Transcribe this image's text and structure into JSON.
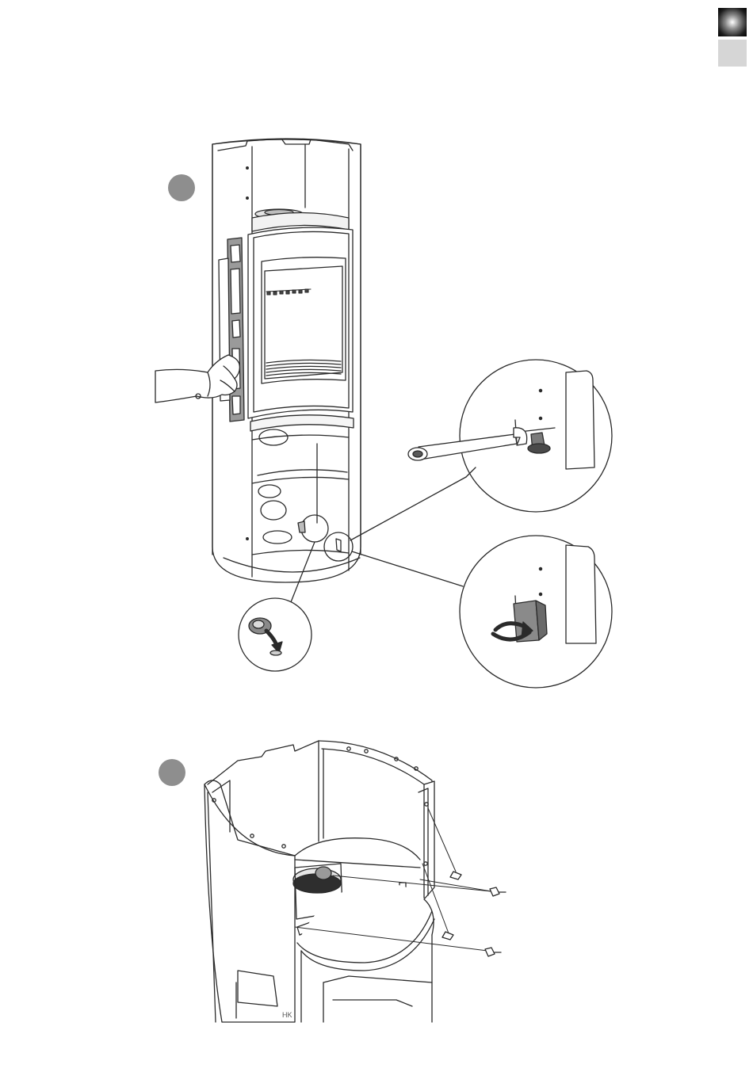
{
  "header": {
    "tab_colors": {
      "dark": "#1e1e1e",
      "light": "#d6d6d6"
    }
  },
  "steps": [
    {
      "id": "step-1",
      "marker_color": "#8e8e8e",
      "icons": [
        "spirit-level-icon",
        "hand-icon",
        "wrench-icon",
        "adjustable-foot-icon",
        "bracket-rotate-arrow-icon"
      ]
    },
    {
      "id": "step-2",
      "marker_color": "#8e8e8e",
      "icons": [
        "stove-base-icon",
        "screw-icon"
      ]
    }
  ],
  "drawing": {
    "stamp": "HK"
  },
  "colors": {
    "line": "#2a2a2a",
    "shade": "#cfcfcf",
    "dark_shade": "#6e6e6e"
  }
}
